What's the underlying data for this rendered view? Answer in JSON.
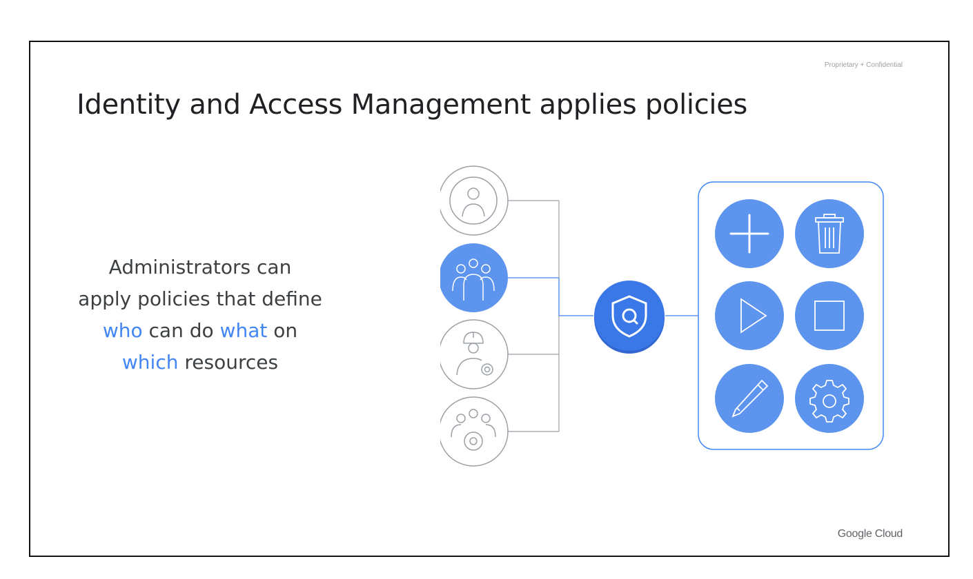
{
  "header": {
    "confidential_label": "Proprietary + Confidential"
  },
  "title": "Identity and Access Management applies policies",
  "body": {
    "line1": "Administrators can",
    "line2": "apply policies that define",
    "who": "who",
    "can_do": " can do ",
    "what": "what",
    "on": " on",
    "which": "which",
    "resources": " resources"
  },
  "diagram": {
    "identities": [
      "user-icon",
      "group-icon",
      "worker-icon",
      "admin-group-icon"
    ],
    "hub_icon": "iam-shield-icon",
    "actions": [
      "create-icon",
      "delete-icon",
      "start-icon",
      "stop-icon",
      "edit-icon",
      "settings-icon"
    ]
  },
  "colors": {
    "accent": "#4285f4",
    "hub": "#3b78e7",
    "text": "#3c4043"
  },
  "footer": {
    "logo": "Google Cloud"
  }
}
